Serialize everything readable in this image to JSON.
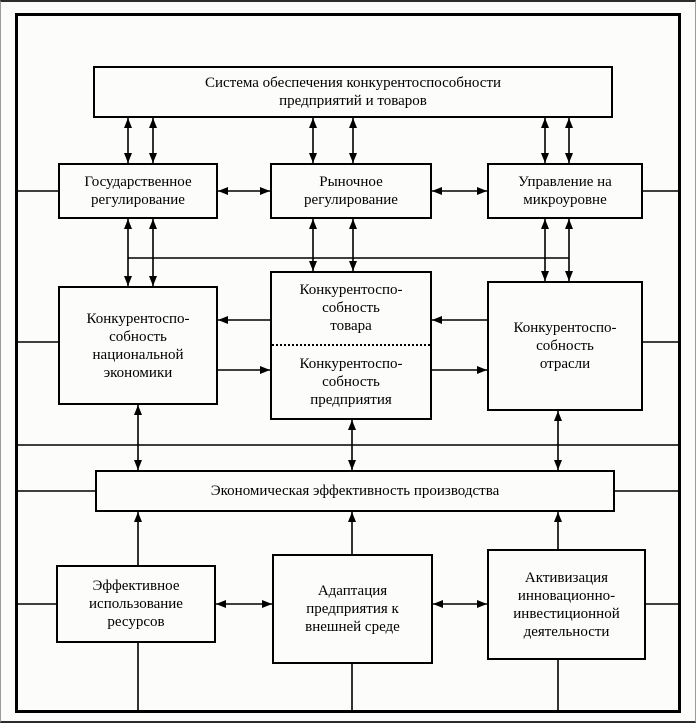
{
  "colors": {
    "line": "#000000",
    "background": "#fcfcfa",
    "text": "#000000"
  },
  "boxes": {
    "system": {
      "label": "Система обеспечения конкурентоспособности\nпредприятий и товаров"
    },
    "state_regulation": {
      "label": "Государственное\nрегулирование"
    },
    "market_regulation": {
      "label": "Рыночное\nрегулирование"
    },
    "micro_management": {
      "label": "Управление на\nмикроуровне"
    },
    "national_economy": {
      "label": "Конкурентоспо-\nсобность\nнациональной\nэкономики"
    },
    "product": {
      "label": "Конкурентоспо-\nсобность\nтовара"
    },
    "enterprise": {
      "label": "Конкурентоспо-\nсобность\nпредприятия"
    },
    "industry": {
      "label": "Конкурентоспо-\nсобность\nотрасли"
    },
    "economic_efficiency": {
      "label": "Экономическая эффективность производства"
    },
    "resource_use": {
      "label": "Эффективное\nиспользование\nресурсов"
    },
    "adaptation": {
      "label": "Адаптация\nпредприятия к\nвнешней среде"
    },
    "innovation": {
      "label": "Активизация\nинновационно-\nинвестиционной\nдеятельности"
    }
  }
}
